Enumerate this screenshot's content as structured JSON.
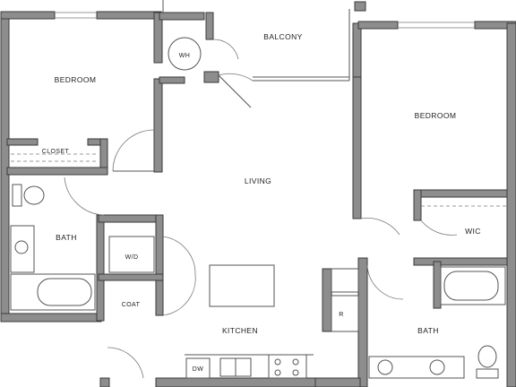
{
  "rooms": {
    "bedroom_left": "BEDROOM",
    "balcony": "BALCONY",
    "bedroom_right": "BEDROOM",
    "closet": "CLOSET",
    "living": "LIVING",
    "bath_left": "BATH",
    "wic": "WIC",
    "kitchen": "KITCHEN",
    "bath_right": "BATH"
  },
  "fixtures": {
    "water_heater": "WH",
    "washer_dryer": "W/D",
    "coat": "COAT",
    "refrigerator": "R",
    "dishwasher": "DW"
  },
  "colors": {
    "wall_fill": "#8d8d8d",
    "wall_outline": "#3a3a3a",
    "line": "#555555",
    "background": "#ffffff"
  }
}
